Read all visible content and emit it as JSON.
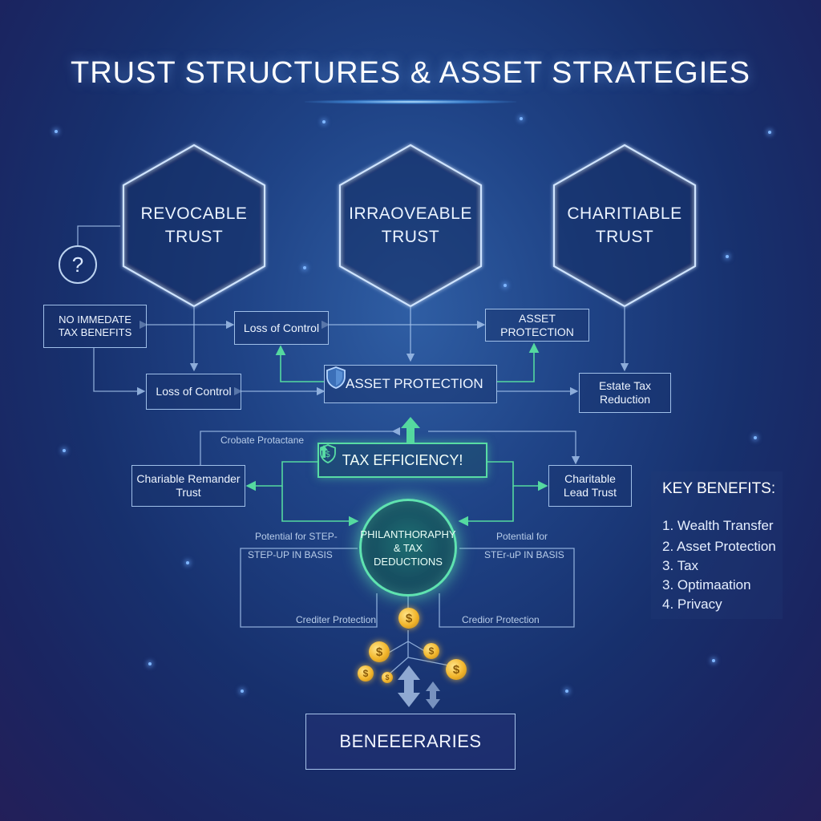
{
  "title": "TRUST STRUCTURES & ASSET STRATEGIES",
  "trusts": [
    {
      "line1": "REVOCABLE",
      "line2": "TRUST"
    },
    {
      "line1": "IRRAOVEABLE",
      "line2": "TRUST"
    },
    {
      "line1": "CHARITIABLE",
      "line2": "TRUST"
    }
  ],
  "question_mark": "?",
  "boxes": {
    "no_tax_line1": "NO IMMEDATE",
    "no_tax_line2": "TAX BENEFITS",
    "loss_control_top": "Loss of Control",
    "asset_protection_top": "ASSET PROTECTION",
    "loss_control_mid": "Loss of Control",
    "asset_protection_center": "ASSET PROTECTION",
    "estate_tax_line1": "Estate Tax",
    "estate_tax_line2": "Reduction",
    "crt_line1": "Chariable Remander",
    "crt_line2": "Trust",
    "clt_line1": "Charitable",
    "clt_line2": "Lead Trust",
    "tax_efficiency": "TAX EFFICIENCY!",
    "beneficiaries": "BENEEERARIES"
  },
  "labels": {
    "probate": "Crobate Protactane",
    "potential_left": "Potential for STEP-",
    "stepup_left": "STEP-UP IN BASIS",
    "potential_right": "Potential for",
    "stepup_right": "STEr-uP IN BASIS",
    "creditor_left": "Crediter Protection",
    "creditor_right": "Credior Protection"
  },
  "center_circle": {
    "line1": "PHILANTHORAPHY",
    "line2": "& TAX",
    "line3": "DEDUCTIONS"
  },
  "key_benefits": {
    "title": "KEY BENEFITS:",
    "items": [
      "1.  Wealth Transfer",
      "2.  Asset Protection",
      "3.  Tax",
      "3.  Optimaation",
      "4.  Privacy"
    ]
  },
  "coin_symbol": "$",
  "colors": {
    "accent_green": "#55d9a0",
    "line_blue": "#a9c8f0",
    "coin_gold": "#f2b52b"
  }
}
